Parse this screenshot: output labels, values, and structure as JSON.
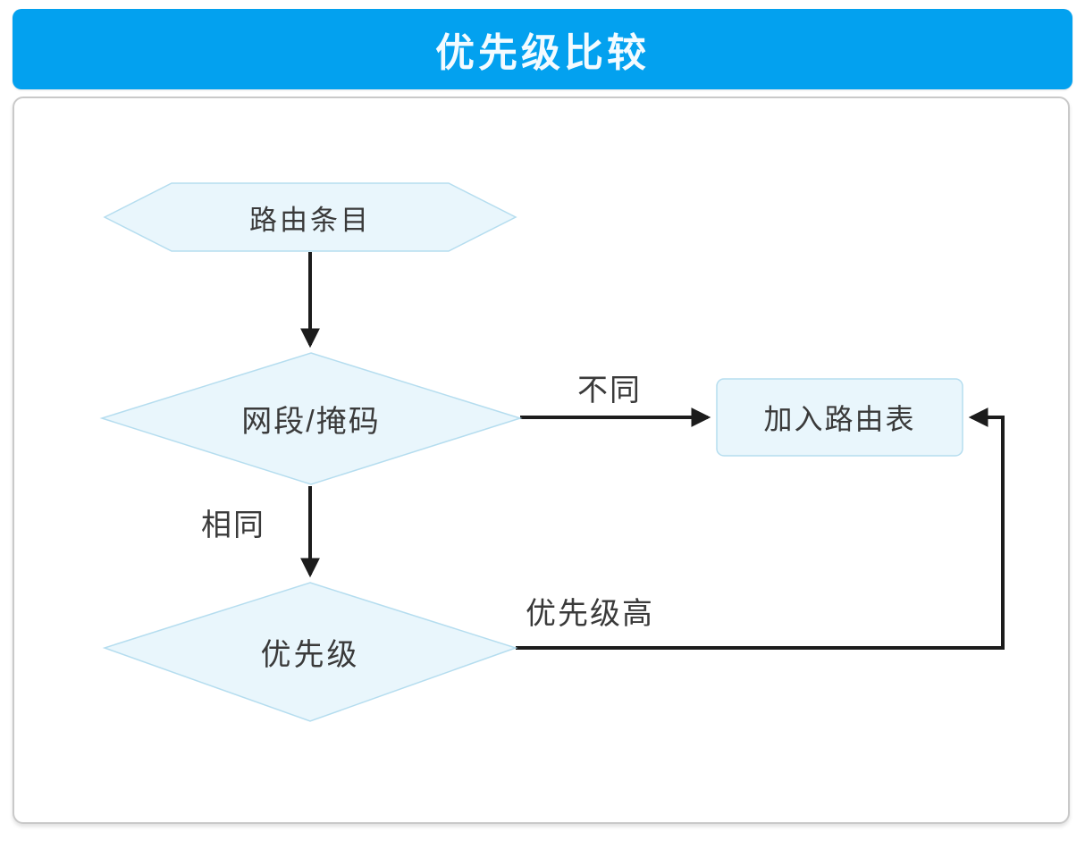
{
  "header": {
    "title": "优先级比较"
  },
  "flowchart": {
    "nodes": [
      {
        "id": "route-entry",
        "shape": "hexagon",
        "label": "路由条目"
      },
      {
        "id": "segment-mask",
        "shape": "diamond",
        "label": "网段/掩码"
      },
      {
        "id": "add-routing-table",
        "shape": "rect",
        "label": "加入路由表"
      },
      {
        "id": "priority",
        "shape": "diamond",
        "label": "优先级"
      }
    ],
    "edges": [
      {
        "from": "route-entry",
        "to": "segment-mask",
        "label": ""
      },
      {
        "from": "segment-mask",
        "to": "add-routing-table",
        "label": "不同"
      },
      {
        "from": "segment-mask",
        "to": "priority",
        "label": "相同"
      },
      {
        "from": "priority",
        "to": "add-routing-table",
        "label": "优先级高"
      }
    ],
    "edge_labels": {
      "different": "不同",
      "same": "相同",
      "higher_priority": "优先级高"
    }
  },
  "colors": {
    "header_accent": "#03a1ef",
    "header_text": "#f3fbff",
    "node_fill": "#e9f6fc",
    "node_border": "#b5ddef",
    "arrow": "#1c1c1c",
    "label_text": "#3a3a3a",
    "panel_border": "#c9c9c9"
  }
}
